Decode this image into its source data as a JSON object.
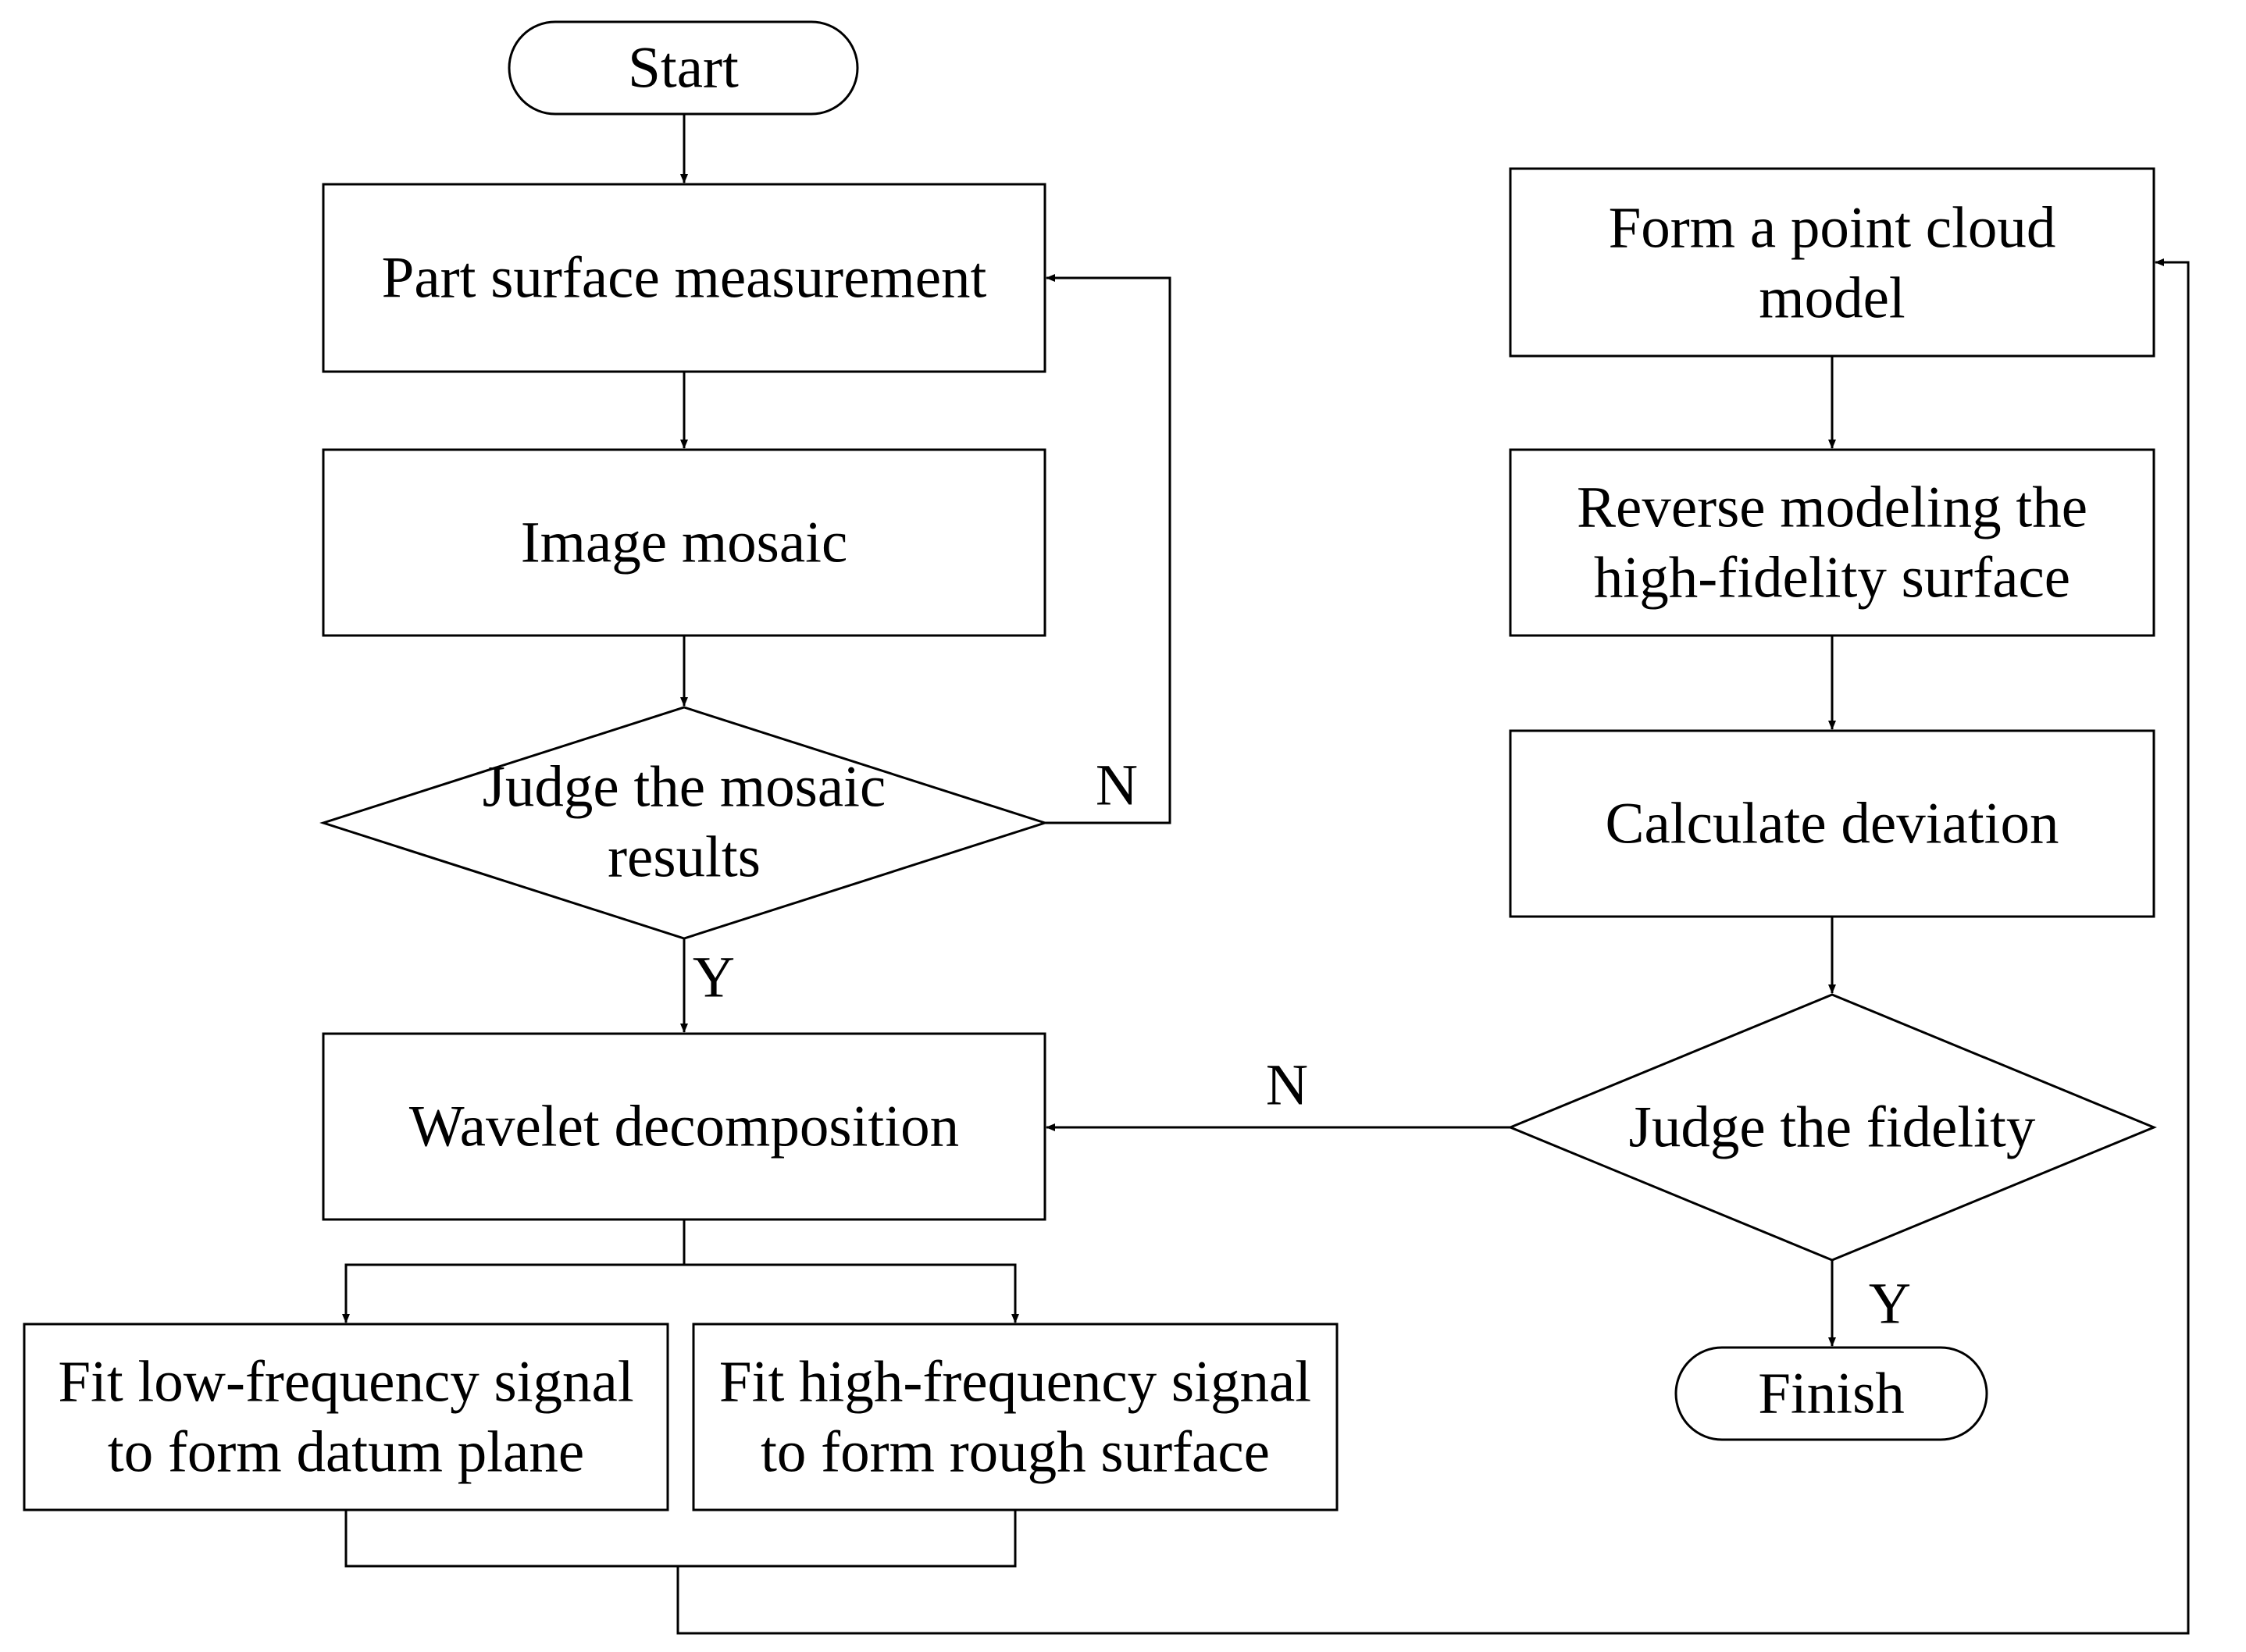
{
  "nodes": {
    "start": "Start",
    "measure": "Part surface measurement",
    "mosaic": "Image mosaic",
    "judge_mosaic": [
      "Judge the mosaic",
      "results"
    ],
    "wavelet": "Wavelet decomposition",
    "fit_low": [
      "Fit low-frequency signal",
      "to form datum plane"
    ],
    "fit_high": [
      "Fit high-frequency signal",
      "to form rough surface"
    ],
    "point_cloud": [
      "Form a point cloud",
      "model"
    ],
    "reverse_model": [
      "Reverse modeling the",
      "high-fidelity surface"
    ],
    "deviation": "Calculate deviation",
    "judge_fidelity": "Judge the fidelity",
    "finish": "Finish"
  },
  "edge_labels": {
    "mosaic_no": "N",
    "mosaic_yes": "Y",
    "fidelity_no": "N",
    "fidelity_yes": "Y"
  }
}
